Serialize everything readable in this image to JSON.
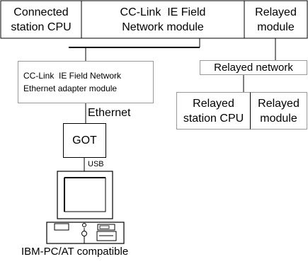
{
  "diagram": {
    "top_row": {
      "connected_cpu": {
        "line1": "Connected",
        "line2": "station CPU"
      },
      "cclink_module": {
        "line1": "CC-Link  IE Field",
        "line2": "Network module"
      },
      "relayed_module": {
        "line1": "Relayed",
        "line2": "module"
      }
    },
    "adapter": {
      "line1": "CC-Link  IE Field Network",
      "line2": "Ethernet adapter module"
    },
    "relayed_network": "Relayed network",
    "relayed_station_cpu": {
      "line1": "Relayed",
      "line2": "station CPU"
    },
    "relayed_module_2": {
      "line1": "Relayed",
      "line2": "module"
    },
    "ethernet_label": "Ethernet",
    "got_label": "GOT",
    "usb_label": "USB",
    "pc_label": "IBM-PC/AT compatible"
  }
}
